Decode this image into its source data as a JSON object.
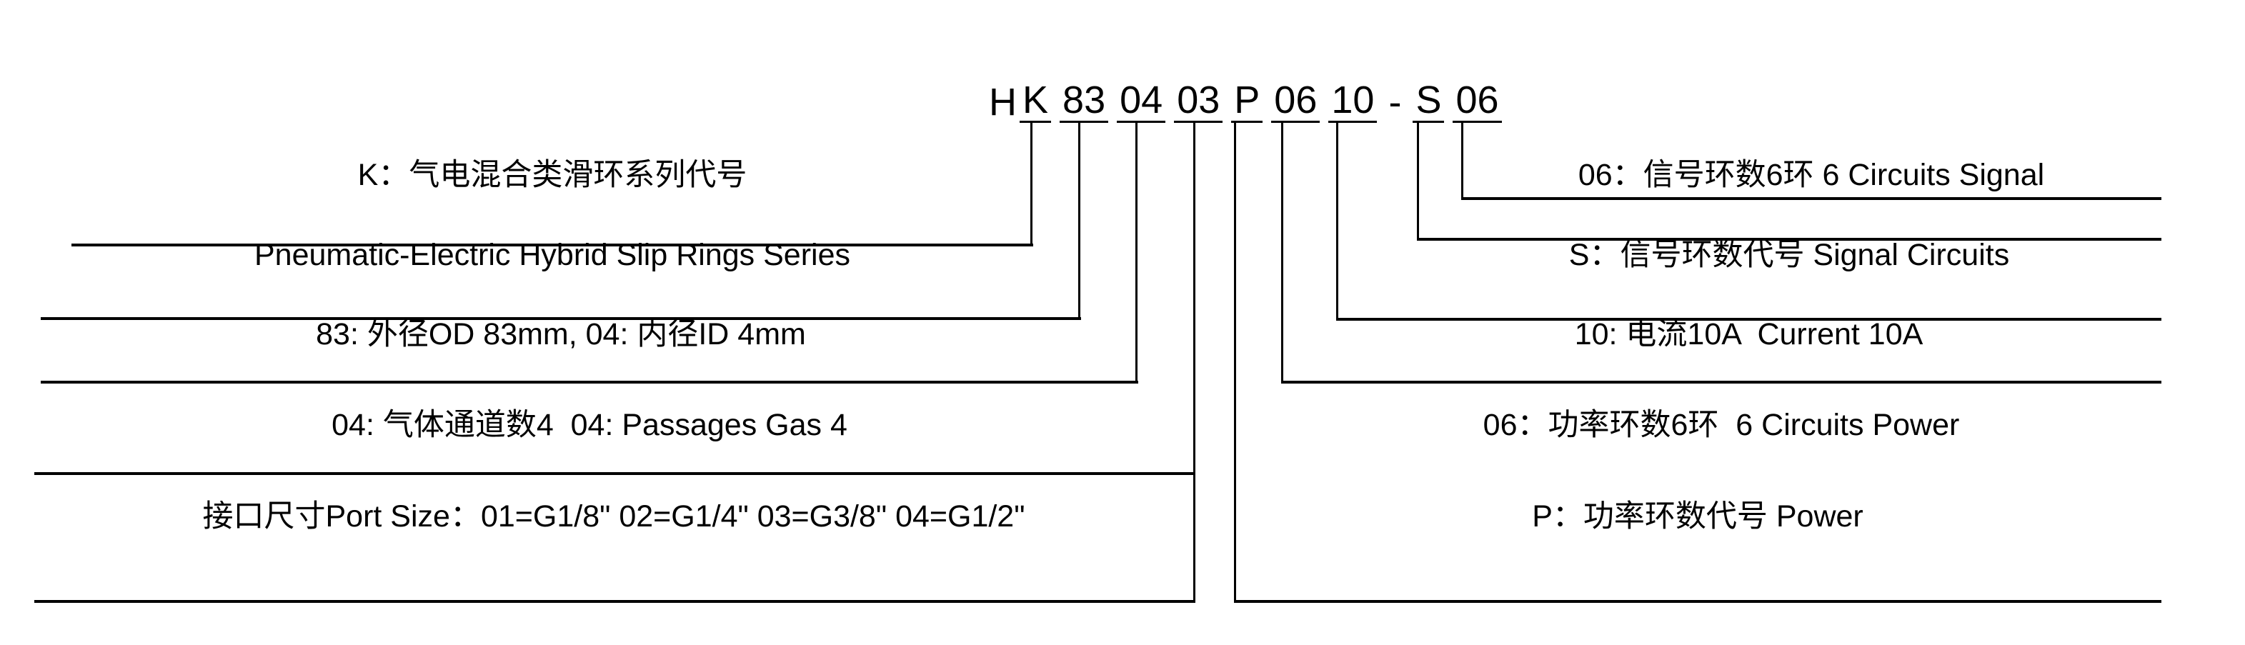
{
  "diagram": {
    "title": "Pneumatic-Electric Hybrid Slip Rings Part Number Breakdown",
    "part_number_segments": [
      {
        "code": "H",
        "underlined": false
      },
      {
        "code": "K",
        "underlined": true
      },
      {
        "code": "83",
        "underlined": true
      },
      {
        "code": "04",
        "underlined": true
      },
      {
        "code": "03",
        "underlined": true
      },
      {
        "code": "P",
        "underlined": true
      },
      {
        "code": "06",
        "underlined": true
      },
      {
        "code": "10",
        "underlined": true
      },
      {
        "code": "-",
        "underlined": false
      },
      {
        "code": "S",
        "underlined": true
      },
      {
        "code": "06",
        "underlined": true
      }
    ],
    "part_number_full": "H K 83 04 03 P 06 10 - S 06",
    "left_labels": [
      {
        "id": "series-code-cn",
        "text": "K：气电混合类滑环系列代号"
      },
      {
        "id": "series-code-en",
        "text": "Pneumatic-Electric Hybrid Slip Rings Series"
      },
      {
        "id": "od-id",
        "text": "83: 外径OD 83mm, 04: 内径ID 4mm"
      },
      {
        "id": "gas-passages",
        "text": "04: 气体通道数4  04: Passages Gas 4"
      },
      {
        "id": "port-size",
        "text": "接口尺寸Port Size：01=G1/8\" 02=G1/4\" 03=G3/8\" 04=G1/2\""
      }
    ],
    "right_labels": [
      {
        "id": "signal-circuits-count",
        "text": "06：信号环数6环 6 Circuits Signal"
      },
      {
        "id": "signal-code",
        "text": "S：信号环数代号 Signal Circuits"
      },
      {
        "id": "current",
        "text": "10: 电流10A  Current 10A"
      },
      {
        "id": "power-circuits-count",
        "text": "06：功率环数6环  6 Circuits Power"
      },
      {
        "id": "power-code",
        "text": "P：功率环数代号 Power"
      }
    ],
    "colors": {
      "line": "#000000",
      "text": "#000000",
      "background": "#ffffff"
    }
  }
}
